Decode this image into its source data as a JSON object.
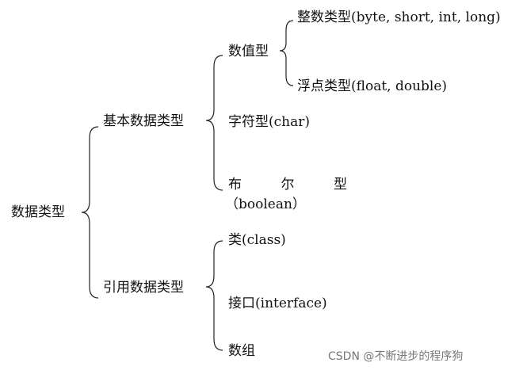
{
  "root": {
    "label": "数据类型"
  },
  "primitive": {
    "label": "基本数据类型",
    "numeric": {
      "label": "数值型",
      "integer": "整数类型(byte, short, int, long)",
      "float": "浮点类型(float, double)"
    },
    "char": "字符型(char)",
    "boolean": {
      "chars": [
        "布",
        "尔",
        "型"
      ],
      "sub": "（boolean）"
    }
  },
  "reference": {
    "label": "引用数据类型",
    "class": "类(class)",
    "interface": "接口(interface)",
    "array": "数组"
  },
  "watermark": "CSDN @不断进步的程序狗"
}
